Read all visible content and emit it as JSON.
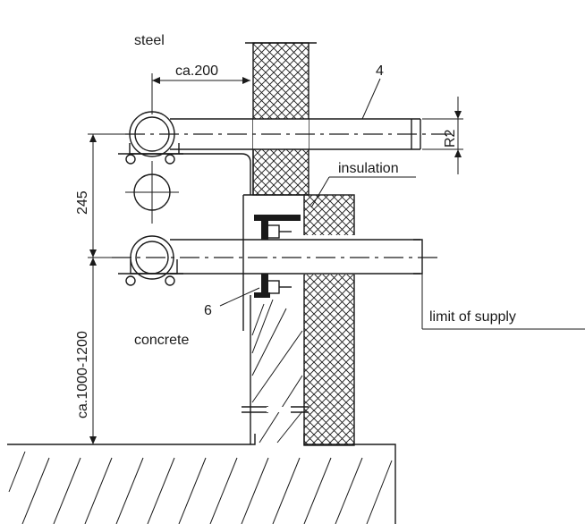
{
  "labels": {
    "steel": "steel",
    "dim_ca200": "ca.200",
    "item_4": "4",
    "dim_r2": "R2",
    "insulation": "insulation",
    "dim_245": "245",
    "item_6": "6",
    "limit_of_supply": "limit of supply",
    "concrete": "concrete",
    "dim_ca1000_1200": "ca.1000-1200"
  }
}
